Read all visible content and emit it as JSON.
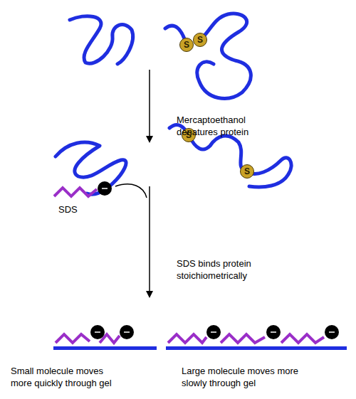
{
  "diagram": {
    "nodes": [
      {
        "text": [
          "S"
        ]
      },
      {
        "text": [
          "S"
        ]
      },
      {
        "text": [
          "S"
        ]
      },
      {
        "text": [
          "S"
        ]
      }
    ],
    "labels": [
      "Mercaptoethanol denatures protein",
      "SDS binds protein stoichiometrically",
      "SDS",
      "Small molecule moves more quickly through gel",
      "Large molecule moves more slowly through gel"
    ]
  }
}
